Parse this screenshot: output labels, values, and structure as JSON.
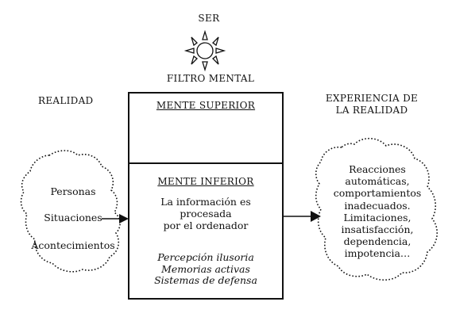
{
  "top_label": "SER",
  "filter_label": "FILTRO MENTAL",
  "left_title": "REALIDAD",
  "right_title_line1": "EXPERIENCIA DE",
  "right_title_line2": "LA REALIDAD",
  "upper_section": {
    "heading": "MENTE SUPERIOR"
  },
  "lower_section": {
    "heading": "MENTE INFERIOR",
    "process_line1": "La información es procesada",
    "process_line2": "por el ordenador",
    "items": [
      "Percepción ilusoria",
      "Memorias activas",
      "Sistemas de defensa"
    ]
  },
  "reality_items": [
    "Personas",
    "Situaciones",
    "Acontecimientos"
  ],
  "experience_items": [
    "Reacciones",
    "automáticas,",
    "comportamientos",
    "inadecuados.",
    "Limitaciones,",
    "insatisfacción,",
    "dependencia,",
    "impotencia…"
  ],
  "icons": {
    "sun": "sun-icon",
    "arrow_in": "arrow-right-icon",
    "arrow_out": "arrow-right-icon"
  }
}
